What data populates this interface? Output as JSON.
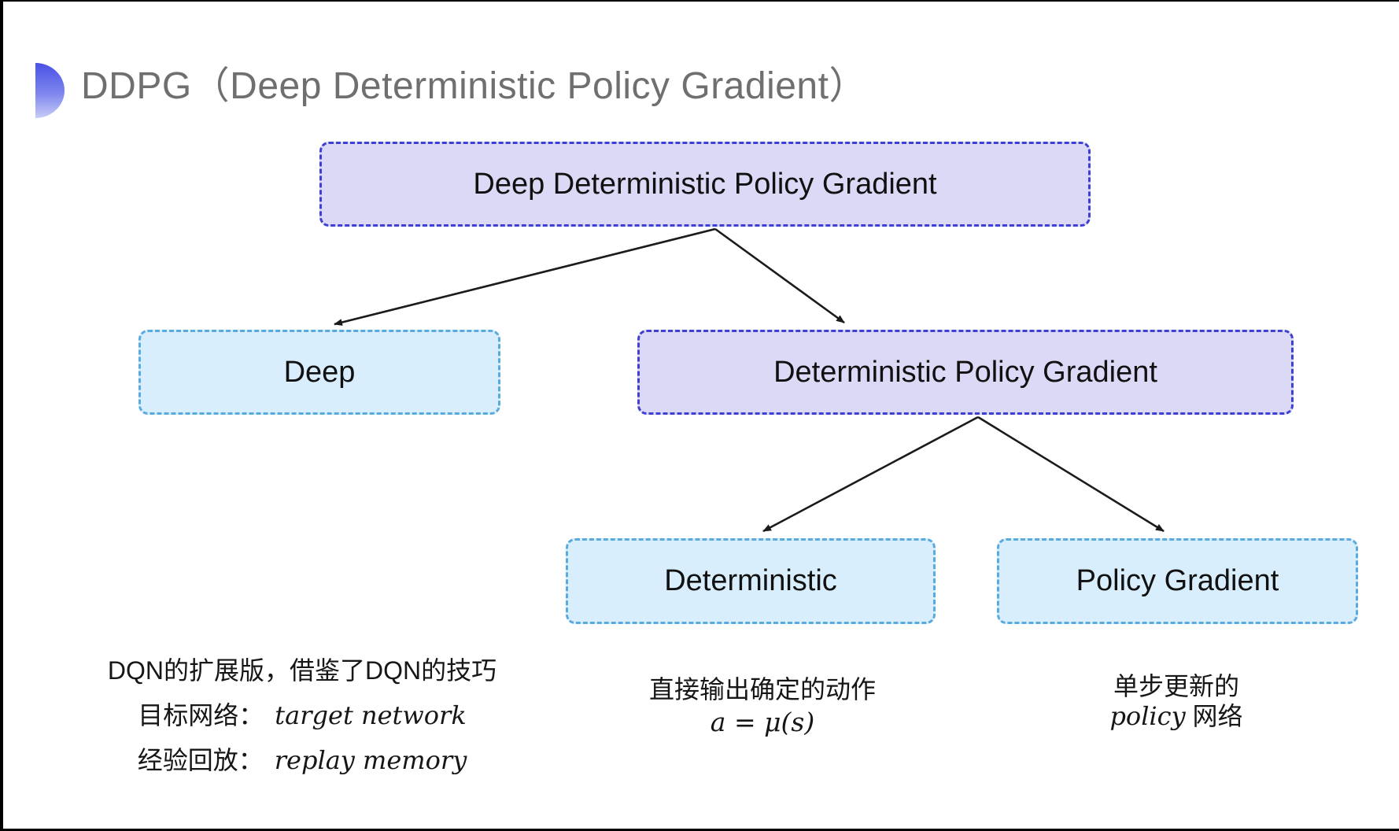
{
  "title": {
    "text": "DDPG（Deep Deterministic Policy Gradient）",
    "color": "#6f6f6f",
    "accent_gradient_top": "#4a50e4",
    "accent_gradient_bottom": "#c7ccf6"
  },
  "tree": {
    "nodes": [
      {
        "id": "ddpg",
        "label": "Deep Deterministic Policy Gradient",
        "variant": "purple"
      },
      {
        "id": "deep",
        "label": "Deep",
        "variant": "blue"
      },
      {
        "id": "dpg",
        "label": "Deterministic Policy Gradient",
        "variant": "purple"
      },
      {
        "id": "deterministic",
        "label": "Deterministic",
        "variant": "blue"
      },
      {
        "id": "policy_gradient",
        "label": "Policy Gradient",
        "variant": "blue"
      }
    ],
    "colors": {
      "purple_fill": "#dcd9f7",
      "purple_border": "#3e3fd3",
      "blue_fill": "#d8eefc",
      "blue_border": "#59abdf",
      "arrow": "#1b1b1b"
    }
  },
  "annotations": {
    "deep": {
      "line1": "DQN的扩展版，借鉴了DQN的技巧",
      "line2_label": "目标网络：",
      "line2_value": "target network",
      "line3_label": "经验回放：",
      "line3_value": "replay memory"
    },
    "deterministic": {
      "line1": "直接输出确定的动作",
      "formula": "a = μ(s)"
    },
    "policy_gradient": {
      "line1": "单步更新的",
      "line2_italic": "policy",
      "line2_rest": " 网络"
    }
  }
}
